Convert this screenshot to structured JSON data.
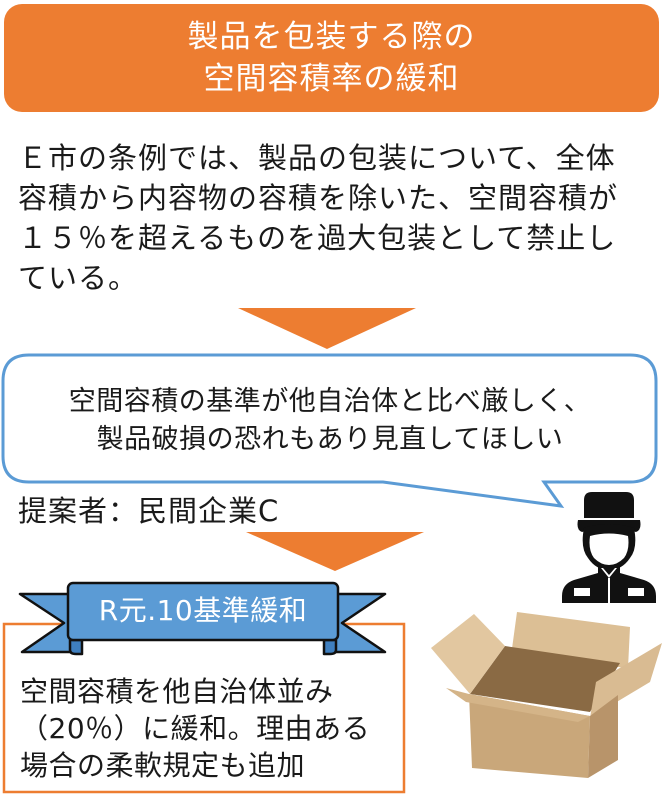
{
  "header": {
    "title_lines": [
      "製品を包装する際の",
      "空間容積率の緩和"
    ],
    "color": "#ED7D31"
  },
  "intro": {
    "lines": [
      "Ｅ市の条例では、製品の包装について、全体",
      "容積から内容物の容積を除いた、空間容積が",
      "１５％を超えるものを過大包装として禁止し",
      "ている。"
    ]
  },
  "arrows": {
    "color": "#ED7D31",
    "items": [
      {
        "name": "arrow-down-1"
      },
      {
        "name": "arrow-down-2"
      }
    ]
  },
  "speech_bubble": {
    "lines": [
      "空間容積の基準が他自治体と比べ厳しく、",
      "製品破損の恐れもあり見直してほしい"
    ],
    "border_color": "#5B9BD5"
  },
  "proposer": {
    "text": "提案者：民間企業C"
  },
  "banner": {
    "label": "R元.10基準緩和",
    "color": "#5B9BD5"
  },
  "result": {
    "lines": [
      "空間容積を他自治体並み",
      "（20％）に緩和。理由ある",
      "場合の柔軟規定も追加"
    ],
    "border_color": "#ED7D31"
  },
  "icons": {
    "worker": "worker-person-icon",
    "box": "cardboard-box-icon"
  }
}
